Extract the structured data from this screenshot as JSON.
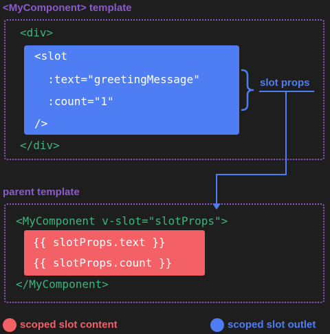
{
  "top_section": {
    "label": "<MyComponent> template",
    "div_open": "<div>",
    "slot_lines": [
      "<slot",
      "  :text=\"greetingMessage\"",
      "  :count=\"1\"",
      "/>"
    ],
    "div_close": "</div>"
  },
  "annotation": {
    "label": "slot props"
  },
  "bottom_section": {
    "label": "parent template",
    "open_tag": "<MyComponent v-slot=\"slotProps\">",
    "content_lines": [
      "{{ slotProps.text }}",
      "{{ slotProps.count }}"
    ],
    "close_tag": "</MyComponent>"
  },
  "legend": {
    "scoped_content": "scoped slot content",
    "scoped_outlet": "scoped slot outlet"
  },
  "colors": {
    "background": "#1e1e1e",
    "purple": "#8b5cc9",
    "green": "#3fb47f",
    "blue": "#4f7ef4",
    "red": "#f36166"
  }
}
